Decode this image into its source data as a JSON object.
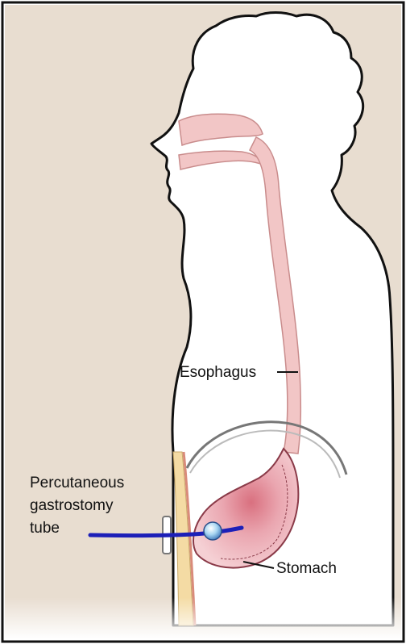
{
  "labels": {
    "esophagus": "Esophagus",
    "stomach": "Stomach",
    "tube_line1": "Percutaneous",
    "tube_line2": "gastrostomy",
    "tube_line3": "tube"
  },
  "colors": {
    "background": "#e8ddd0",
    "frame": "#111111",
    "body_fill": "#ffffff",
    "tract_pink": "#f2c6c6",
    "stomach_fill": "#e9a7b0",
    "tube_blue": "#1c1fb8",
    "spine_yellow": "#f4dba4",
    "abdominal_wall_red": "#d98b7a"
  }
}
